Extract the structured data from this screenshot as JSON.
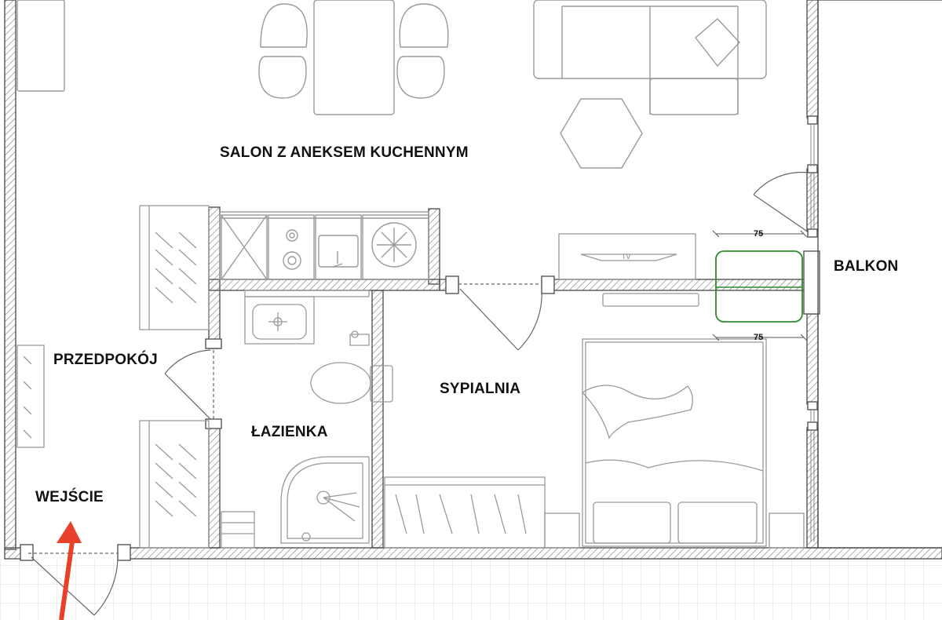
{
  "rooms": {
    "salon": "SALON Z ANEKSEM KUCHENNYM",
    "balkon": "BALKON",
    "przedpokoj": "PRZEDPOKÓJ",
    "lazienka": "ŁAZIENKA",
    "sypialnia": "SYPIALNIA",
    "wejscie": "WEJŚCIE"
  },
  "dimensions": {
    "upper": "75",
    "lower": "75"
  },
  "tv_label": "TV",
  "colors": {
    "wall": "#555555",
    "furniture": "#9a9a9a",
    "highlight": "#2e8b2e",
    "arrow": "#e8402a",
    "grid": "#d8d8d8"
  }
}
